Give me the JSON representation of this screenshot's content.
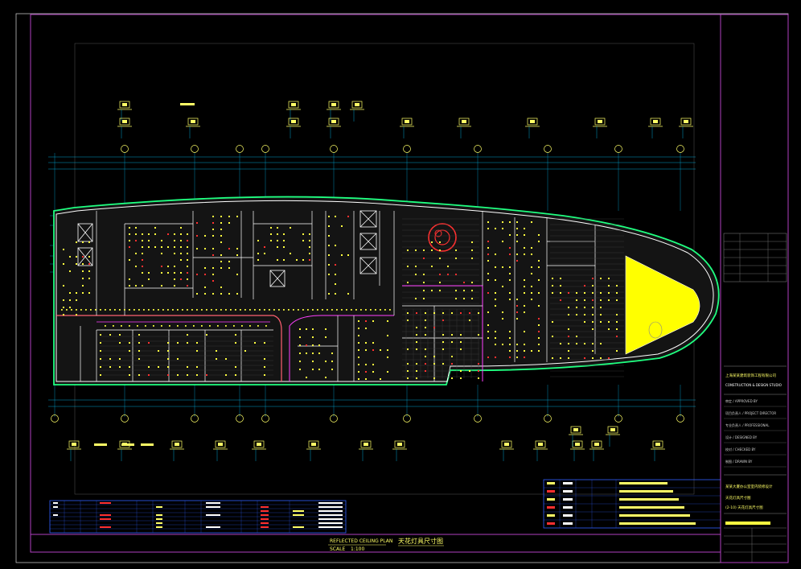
{
  "drawing": {
    "caption_en": "REFLECTED CEILING PLAN",
    "caption_cn": "天花灯具尺寸图",
    "scale_label": "SCALE",
    "scale_value": "1:100"
  },
  "title_block": {
    "company_cn": "上海某某建筑装饰工程有限公司",
    "company_en": "CONSTRUCTION & DESIGN STUDIO",
    "project_name_cn": "某某大厦办公室室内装修设计",
    "drawing_title_cn": "天花灯具尺寸图",
    "drawing_subtitle": "(2-10) 天花灯具尺寸图",
    "rows": [
      "审定 / APPROVED BY",
      "项目负责人 / PROJECT DIRECTOR",
      "专业负责人 / PROFESSIONAL",
      "设计 / DESIGNED BY",
      "校对 / CHECKED BY",
      "制图 / DRAWN BY"
    ]
  },
  "colors": {
    "frame": "#b040c0",
    "wall": "#ffffff",
    "outline": "#20ff80",
    "dimension": "#00ccff",
    "light": "#ffff40",
    "accent_red": "#ff3030",
    "accent_magenta": "#ff40ff",
    "fill_yellow": "#ffff00"
  }
}
